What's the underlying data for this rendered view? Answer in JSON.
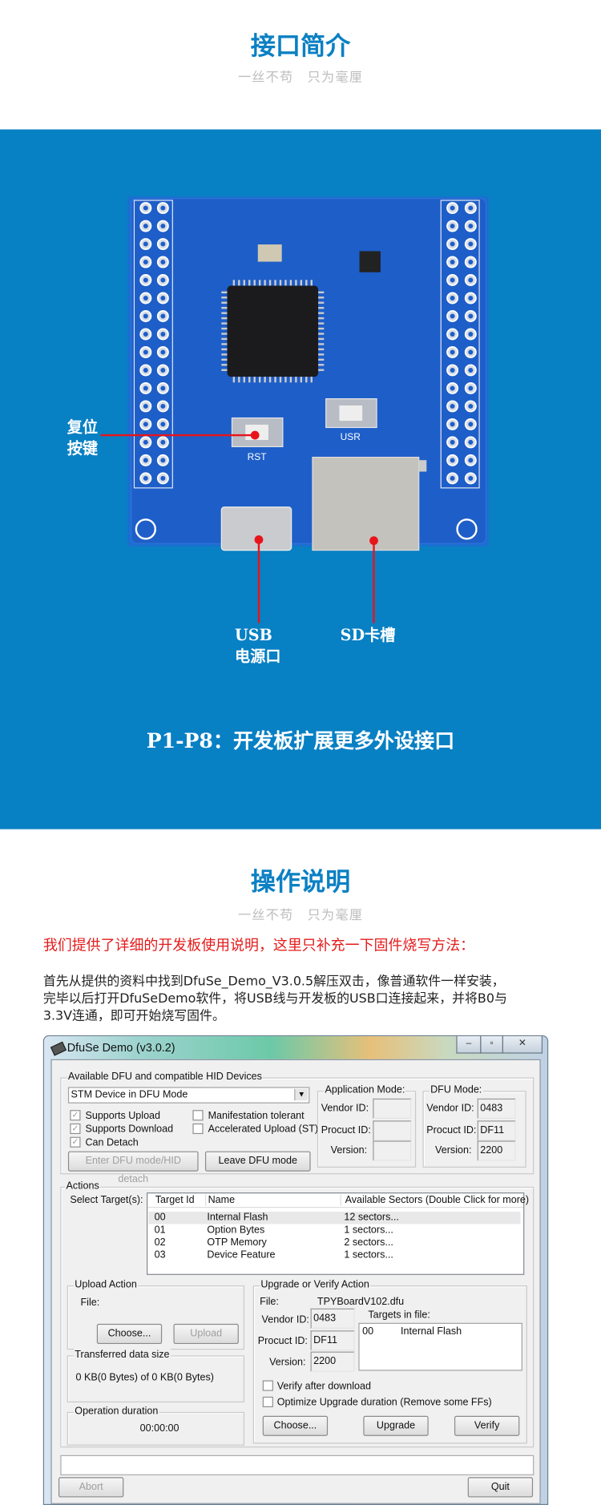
{
  "section1": {
    "title": "接口简介",
    "subtitle": "一丝不苟　只为毫厘"
  },
  "board": {
    "labels": {
      "reset": [
        "复位",
        "按键"
      ],
      "usb": [
        "USB",
        "电源口"
      ],
      "sd": "SD卡槽"
    },
    "silk": {
      "rst": "RST",
      "usr": "USR"
    },
    "caption": "P1-P8：开发板扩展更多外设接口"
  },
  "section2": {
    "title": "操作说明",
    "subtitle": "一丝不苟　只为毫厘",
    "note": "我们提供了详细的开发板使用说明，这里只补充一下固件烧写方法：",
    "paragraph": [
      "首先从提供的资料中找到DfuSe_Demo_V3.0.5解压双击，像普通软件一样安装，",
      "完毕以后打开DfuSeDemo软件，将USB线与开发板的USB口连接起来，并将B0与",
      "3.3V连通，即可开始烧写固件。"
    ]
  },
  "window": {
    "title": "DfuSe Demo (v3.0.2)",
    "devices": {
      "label": "Available DFU and compatible HID Devices",
      "selected": "STM Device in DFU Mode",
      "checks": [
        {
          "label": "Supports Upload",
          "checked": true
        },
        {
          "label": "Supports Download",
          "checked": true
        },
        {
          "label": "Can Detach",
          "checked": true
        },
        {
          "label": "Manifestation tolerant",
          "checked": false
        },
        {
          "label": "Accelerated Upload (ST)",
          "checked": false
        }
      ],
      "enter_btn": "Enter DFU mode/HID detach",
      "leave_btn": "Leave DFU mode"
    },
    "app_mode": {
      "label": "Application Mode:",
      "vendor_label": "Vendor ID:",
      "product_label": "Procuct ID:",
      "version_label": "Version:",
      "vendor": "",
      "product": "",
      "version": ""
    },
    "dfu_mode": {
      "label": "DFU Mode:",
      "vendor_label": "Vendor ID:",
      "product_label": "Procuct ID:",
      "version_label": "Version:",
      "vendor": "0483",
      "product": "DF11",
      "version": "2200"
    },
    "actions": {
      "label": "Actions",
      "select_label": "Select Target(s):",
      "columns": [
        "Target Id",
        "Name",
        "Available Sectors (Double Click for more)"
      ],
      "rows": [
        [
          "00",
          "Internal Flash",
          "12 sectors..."
        ],
        [
          "01",
          "Option Bytes",
          "1 sectors..."
        ],
        [
          "02",
          "OTP Memory",
          "2 sectors..."
        ],
        [
          "03",
          "Device Feature",
          "1 sectors..."
        ]
      ]
    },
    "upload": {
      "label": "Upload Action",
      "file_label": "File:",
      "choose": "Choose...",
      "upload": "Upload"
    },
    "transferred": {
      "label": "Transferred data size",
      "value": "0 KB(0 Bytes) of 0 KB(0 Bytes)"
    },
    "duration": {
      "label": "Operation duration",
      "value": "00:00:00"
    },
    "upgrade": {
      "label": "Upgrade or Verify Action",
      "file_label": "File:",
      "file": "TPYBoardV102.dfu",
      "vendor_label": "Vendor ID:",
      "product_label": "Procuct ID:",
      "version_label": "Version:",
      "vendor": "0483",
      "product": "DF11",
      "version": "2200",
      "targets_label": "Targets in file:",
      "targets": [
        [
          "00",
          "Internal Flash"
        ]
      ],
      "verify_after": "Verify after download",
      "optimize": "Optimize Upgrade duration (Remove some FFs)",
      "choose": "Choose...",
      "upgrade_btn": "Upgrade",
      "verify_btn": "Verify"
    },
    "status": "",
    "abort": "Abort",
    "quit": "Quit"
  }
}
